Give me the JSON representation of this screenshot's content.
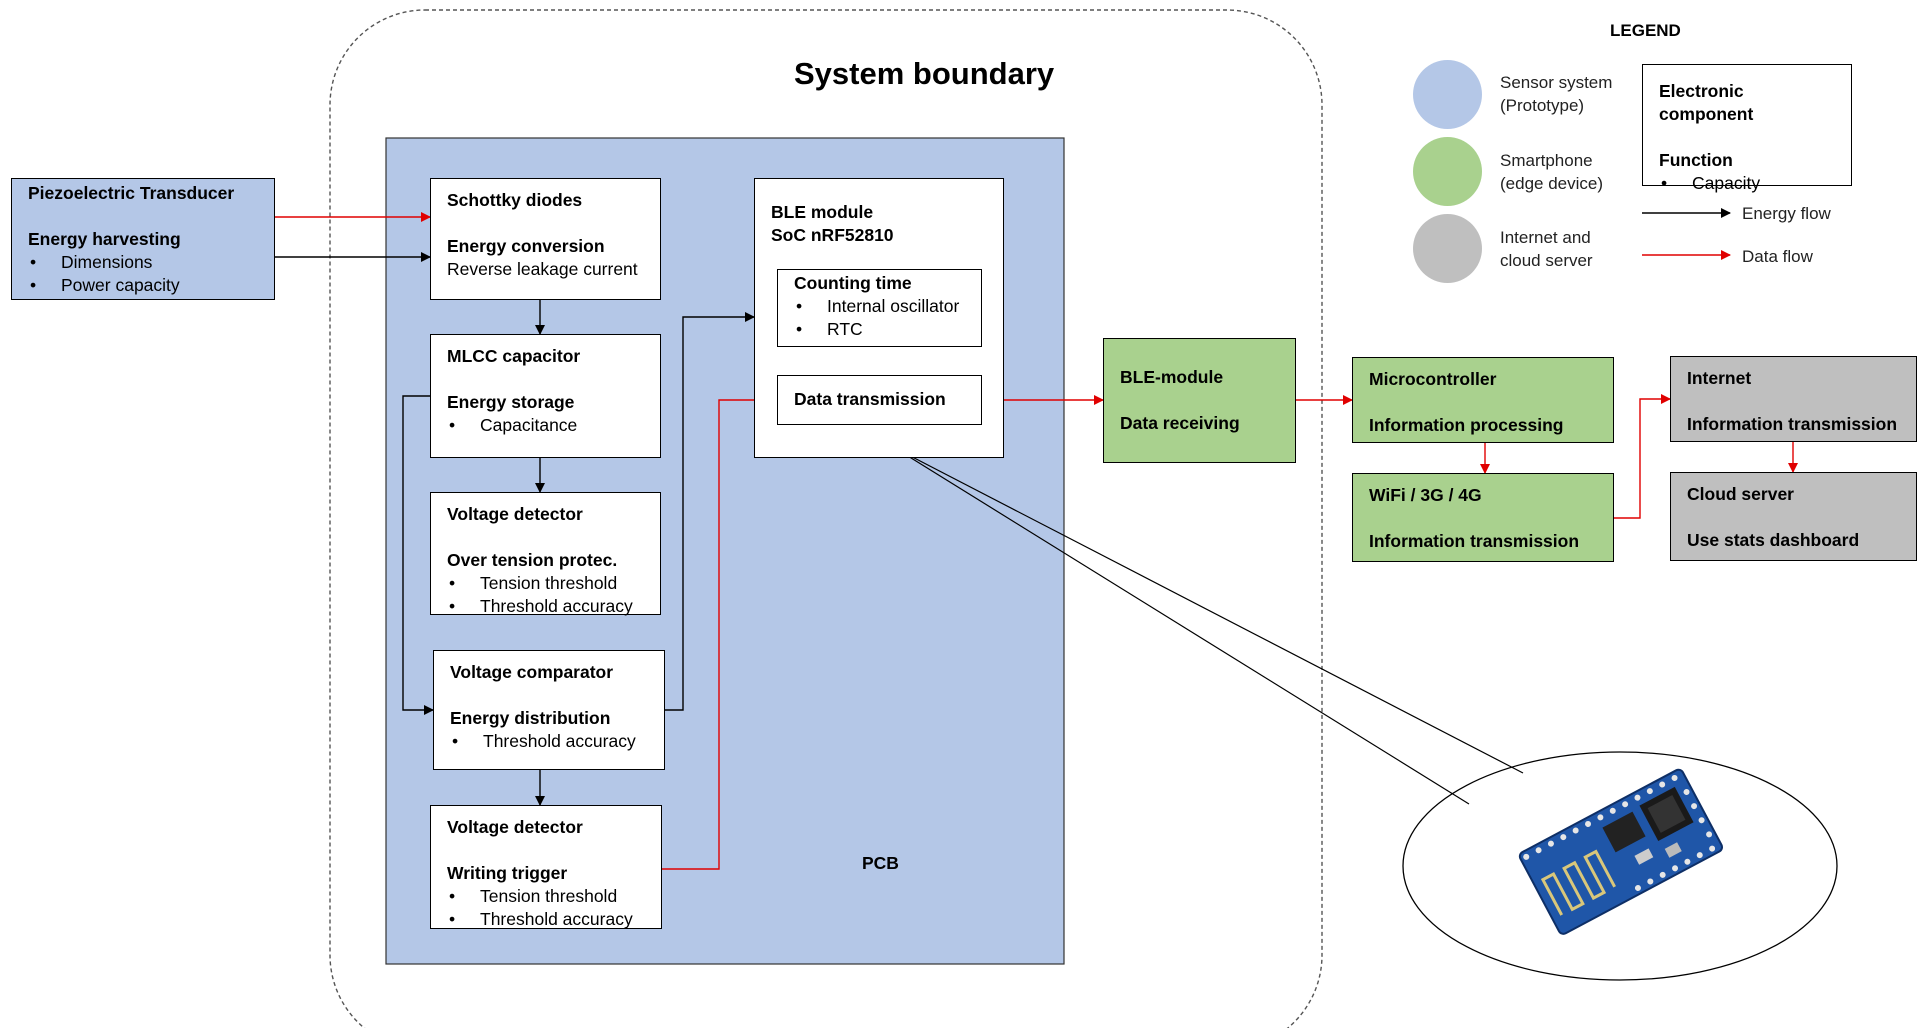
{
  "system_boundary": {
    "title": "System boundary"
  },
  "pcb": {
    "label": "PCB"
  },
  "legend": {
    "title": "LEGEND",
    "items": [
      {
        "label_line1": "Sensor system",
        "label_line2": "(Prototype)",
        "color": "#b4c7e7"
      },
      {
        "label_line1": "Smartphone",
        "label_line2": "(edge device)",
        "color": "#a9d18e"
      },
      {
        "label_line1": "Internet and",
        "label_line2": "cloud server",
        "color": "#bfbfbf"
      }
    ],
    "component_box": {
      "title": "Electronic component",
      "function": "Function",
      "bullet": "Capacity"
    },
    "energy_flow": "Energy flow",
    "data_flow": "Data flow",
    "energy_color": "#000000",
    "data_color": "#e00000"
  },
  "piezo": {
    "title": "Piezoelectric Transducer",
    "function": "Energy harvesting",
    "bullets": [
      "Dimensions",
      "Power capacity"
    ]
  },
  "schottky": {
    "title": "Schottky diodes",
    "function": "Energy conversion",
    "detail": "Reverse leakage current"
  },
  "mlcc": {
    "title": "MLCC capacitor",
    "function": "Energy storage",
    "bullets": [
      "Capacitance"
    ]
  },
  "vdet1": {
    "title": "Voltage detector",
    "function": "Over tension protec.",
    "bullets": [
      "Tension threshold",
      "Threshold accuracy"
    ]
  },
  "vcomp": {
    "title": "Voltage comparator",
    "function": "Energy distribution",
    "bullets": [
      "Threshold accuracy"
    ]
  },
  "vdet2": {
    "title": "Voltage detector",
    "function": "Writing trigger",
    "bullets": [
      "Tension threshold",
      "Threshold accuracy"
    ]
  },
  "ble": {
    "title_line1": "BLE module",
    "title_line2": "SoC nRF52810",
    "counting": {
      "title": "Counting time",
      "bullets": [
        "Internal oscillator",
        "RTC"
      ]
    },
    "data_tx": "Data transmission"
  },
  "phone_ble": {
    "title": "BLE-module",
    "function": "Data receiving"
  },
  "microcontroller": {
    "title": "Microcontroller",
    "function": "Information processing"
  },
  "wifi": {
    "title": "WiFi / 3G / 4G",
    "function": "Information transmission"
  },
  "internet": {
    "title": "Internet",
    "function": "Information transmission"
  },
  "cloud": {
    "title": "Cloud server",
    "function": "Use stats dashboard"
  }
}
